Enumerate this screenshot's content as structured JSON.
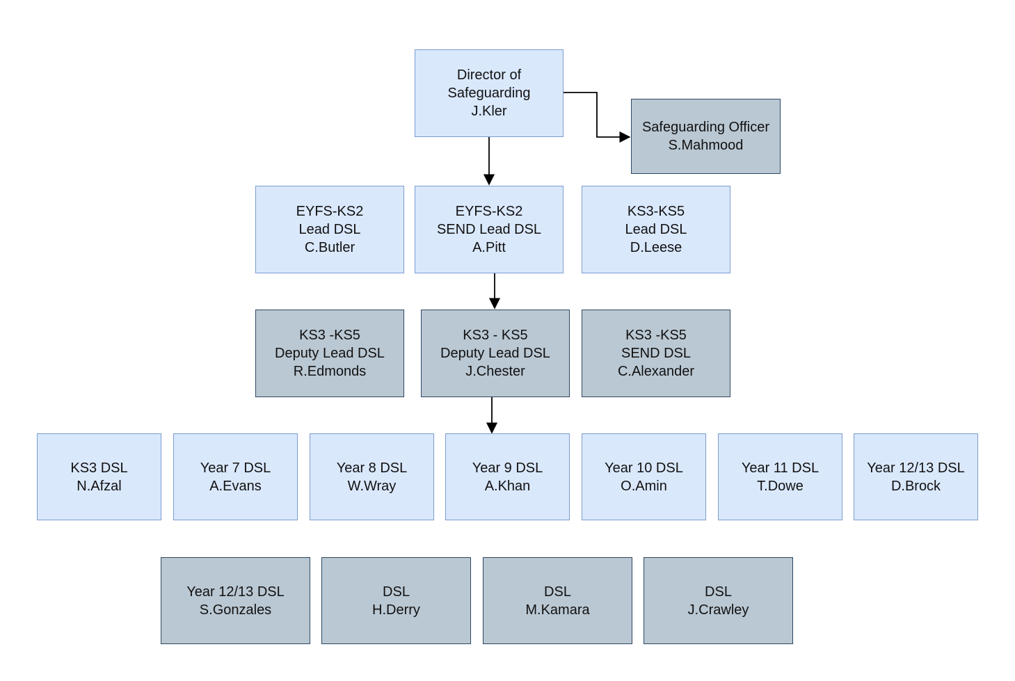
{
  "colors": {
    "light_fill": "#dae8fc",
    "light_border": "#7a9ccf",
    "dark_fill": "#bac8d3",
    "dark_border": "#2d4762",
    "connector": "#000000"
  },
  "nodes": {
    "director": {
      "lines": [
        "Director of",
        "Safeguarding",
        "J.Kler"
      ]
    },
    "safeguarding_officer": {
      "lines": [
        "Safeguarding Officer",
        "S.Mahmood"
      ]
    },
    "eyfs_ks2_lead": {
      "lines": [
        "EYFS-KS2",
        "Lead DSL",
        "C.Butler"
      ]
    },
    "eyfs_ks2_send_lead": {
      "lines": [
        "EYFS-KS2",
        "SEND Lead DSL",
        "A.Pitt"
      ]
    },
    "ks3_ks5_lead": {
      "lines": [
        "KS3-KS5",
        "Lead DSL",
        "D.Leese"
      ]
    },
    "ks3_ks5_deputy_edmonds": {
      "lines": [
        "KS3 -KS5",
        "Deputy Lead DSL",
        "R.Edmonds"
      ]
    },
    "ks3_ks5_deputy_chester": {
      "lines": [
        "KS3 - KS5",
        "Deputy Lead DSL",
        "J.Chester"
      ]
    },
    "ks3_ks5_send": {
      "lines": [
        "KS3 -KS5",
        "SEND DSL",
        "C.Alexander"
      ]
    },
    "ks3_dsl": {
      "lines": [
        "KS3 DSL",
        "N.Afzal"
      ]
    },
    "year7_dsl": {
      "lines": [
        "Year 7 DSL",
        "A.Evans"
      ]
    },
    "year8_dsl": {
      "lines": [
        "Year 8 DSL",
        "W.Wray"
      ]
    },
    "year9_dsl": {
      "lines": [
        "Year 9 DSL",
        "A.Khan"
      ]
    },
    "year10_dsl": {
      "lines": [
        "Year 10 DSL",
        "O.Amin"
      ]
    },
    "year11_dsl": {
      "lines": [
        "Year 11 DSL",
        "T.Dowe"
      ]
    },
    "year1213_dsl_brock": {
      "lines": [
        "Year 12/13 DSL",
        "D.Brock"
      ]
    },
    "year1213_dsl_gonzales": {
      "lines": [
        "Year 12/13 DSL",
        "S.Gonzales"
      ]
    },
    "dsl_derry": {
      "lines": [
        "DSL",
        "H.Derry"
      ]
    },
    "dsl_kamara": {
      "lines": [
        "DSL",
        "M.Kamara"
      ]
    },
    "dsl_crawley": {
      "lines": [
        "DSL",
        "J.Crawley"
      ]
    }
  }
}
